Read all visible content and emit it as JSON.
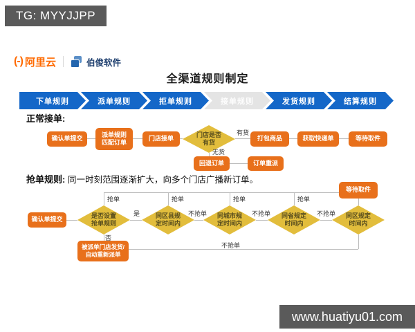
{
  "tg_banner": {
    "text": "TG: MYYJJPP"
  },
  "site_banner": {
    "text": "www.huatiyu01.com"
  },
  "header": {
    "alibaba_icon": "(-)",
    "alibaba_name": "阿里云",
    "partner_name": "伯俊软件"
  },
  "title": "全渠道规则制定",
  "tabs": [
    {
      "label": "下单规则",
      "active": false
    },
    {
      "label": "派单规则",
      "active": false
    },
    {
      "label": "拒单规则",
      "active": false
    },
    {
      "label": "接单规则",
      "active": true
    },
    {
      "label": "发货规则",
      "active": false
    },
    {
      "label": "结算规则",
      "active": false
    }
  ],
  "colors": {
    "accent_orange": "#e8701b",
    "diamond_yellow": "#e2bd3c",
    "tab_blue": "#1467c8",
    "tab_active_gray": "#e4e4e4",
    "banner_gray": "#5a5a5a"
  },
  "normal_flow": {
    "section_label": "正常接单:",
    "nodes": {
      "confirm": "确认单提交",
      "dispatch": "派单规则\n匹配订单",
      "store_accept": "门店接单",
      "stock_check": "门店是否\n有货",
      "pack": "打包商品",
      "waybill": "获取快递单",
      "wait_pickup": "等待取件",
      "rollback": "回退订单",
      "redispatch": "订单重派"
    },
    "labels": {
      "has_stock": "有货",
      "no_stock": "无货"
    }
  },
  "grab_flow": {
    "section_label": "抢单规则:",
    "section_desc": "同一时刻范围逐渐扩大，向多个门店广播新订单。",
    "nodes": {
      "confirm": "确认单提交",
      "rule_set": "是否设置\n抢单规则",
      "district": "同区县规\n定时间内",
      "city": "同城市规\n定时间内",
      "province": "同省规定\n时间内",
      "region": "同区规定\n时间内",
      "wait_pickup": "等待取件",
      "fallback": "被派单门店发货/\n自动重新派单"
    },
    "labels": {
      "grab": "抢单",
      "no_grab": "不抢单",
      "yes": "是",
      "no": "否"
    }
  }
}
